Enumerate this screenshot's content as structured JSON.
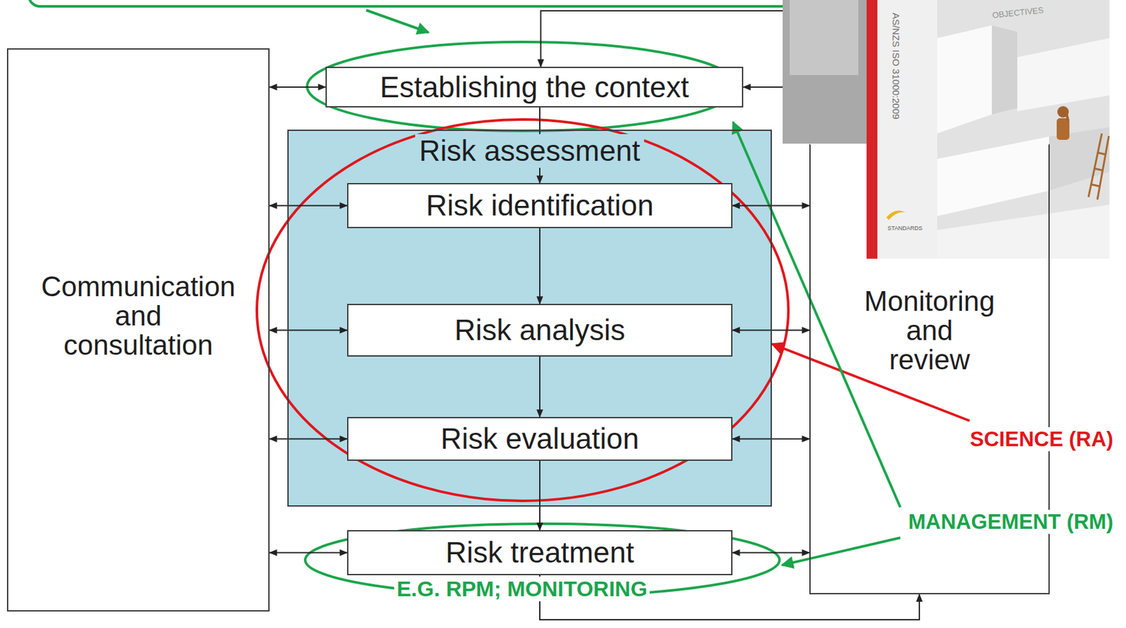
{
  "diagram": {
    "nodes": [
      {
        "text": [
          "Communication and consultation"
        ]
      },
      {
        "text": [
          "Establishing the context"
        ]
      },
      {
        "text": [
          "Risk assessment"
        ]
      },
      {
        "text": [
          "Risk identification"
        ],
        "in": 2
      },
      {
        "text": [
          "Risk analysis"
        ],
        "in": 2
      },
      {
        "text": [
          "Risk evaluation"
        ],
        "in": 2
      },
      {
        "text": [
          "Risk treatment"
        ]
      },
      {
        "text": [
          "Monitoring and review"
        ]
      }
    ],
    "edges": [
      {
        "from": 1,
        "to": 3,
        "arrow": "to"
      },
      {
        "from": 3,
        "to": 4,
        "arrow": "to"
      },
      {
        "from": 4,
        "to": 5,
        "arrow": "to"
      },
      {
        "from": 5,
        "to": 6,
        "arrow": "to"
      },
      {
        "from": 0,
        "to": 1,
        "arrow": "both"
      },
      {
        "from": 0,
        "to": 3,
        "arrow": "both"
      },
      {
        "from": 0,
        "to": 4,
        "arrow": "both"
      },
      {
        "from": 0,
        "to": 5,
        "arrow": "both"
      },
      {
        "from": 0,
        "to": 6,
        "arrow": "both"
      },
      {
        "from": 1,
        "to": 7,
        "arrow": "both"
      },
      {
        "from": 3,
        "to": 7,
        "arrow": "both"
      },
      {
        "from": 4,
        "to": 7,
        "arrow": "both"
      },
      {
        "from": 5,
        "to": 7,
        "arrow": "both"
      },
      {
        "from": 6,
        "to": 7,
        "arrow": "both"
      },
      {
        "from": 6,
        "to": 7,
        "arrow": "to"
      },
      {
        "from": 7,
        "to": 1,
        "arrow": "to"
      }
    ],
    "labels": [
      "SCIENCE (RA)",
      "MANAGEMENT (RM)",
      "E.G. RPM; MONITORING",
      "AS/NZS ISO 31000:2009",
      "STANDARDS",
      "OBJECTIVES"
    ]
  }
}
